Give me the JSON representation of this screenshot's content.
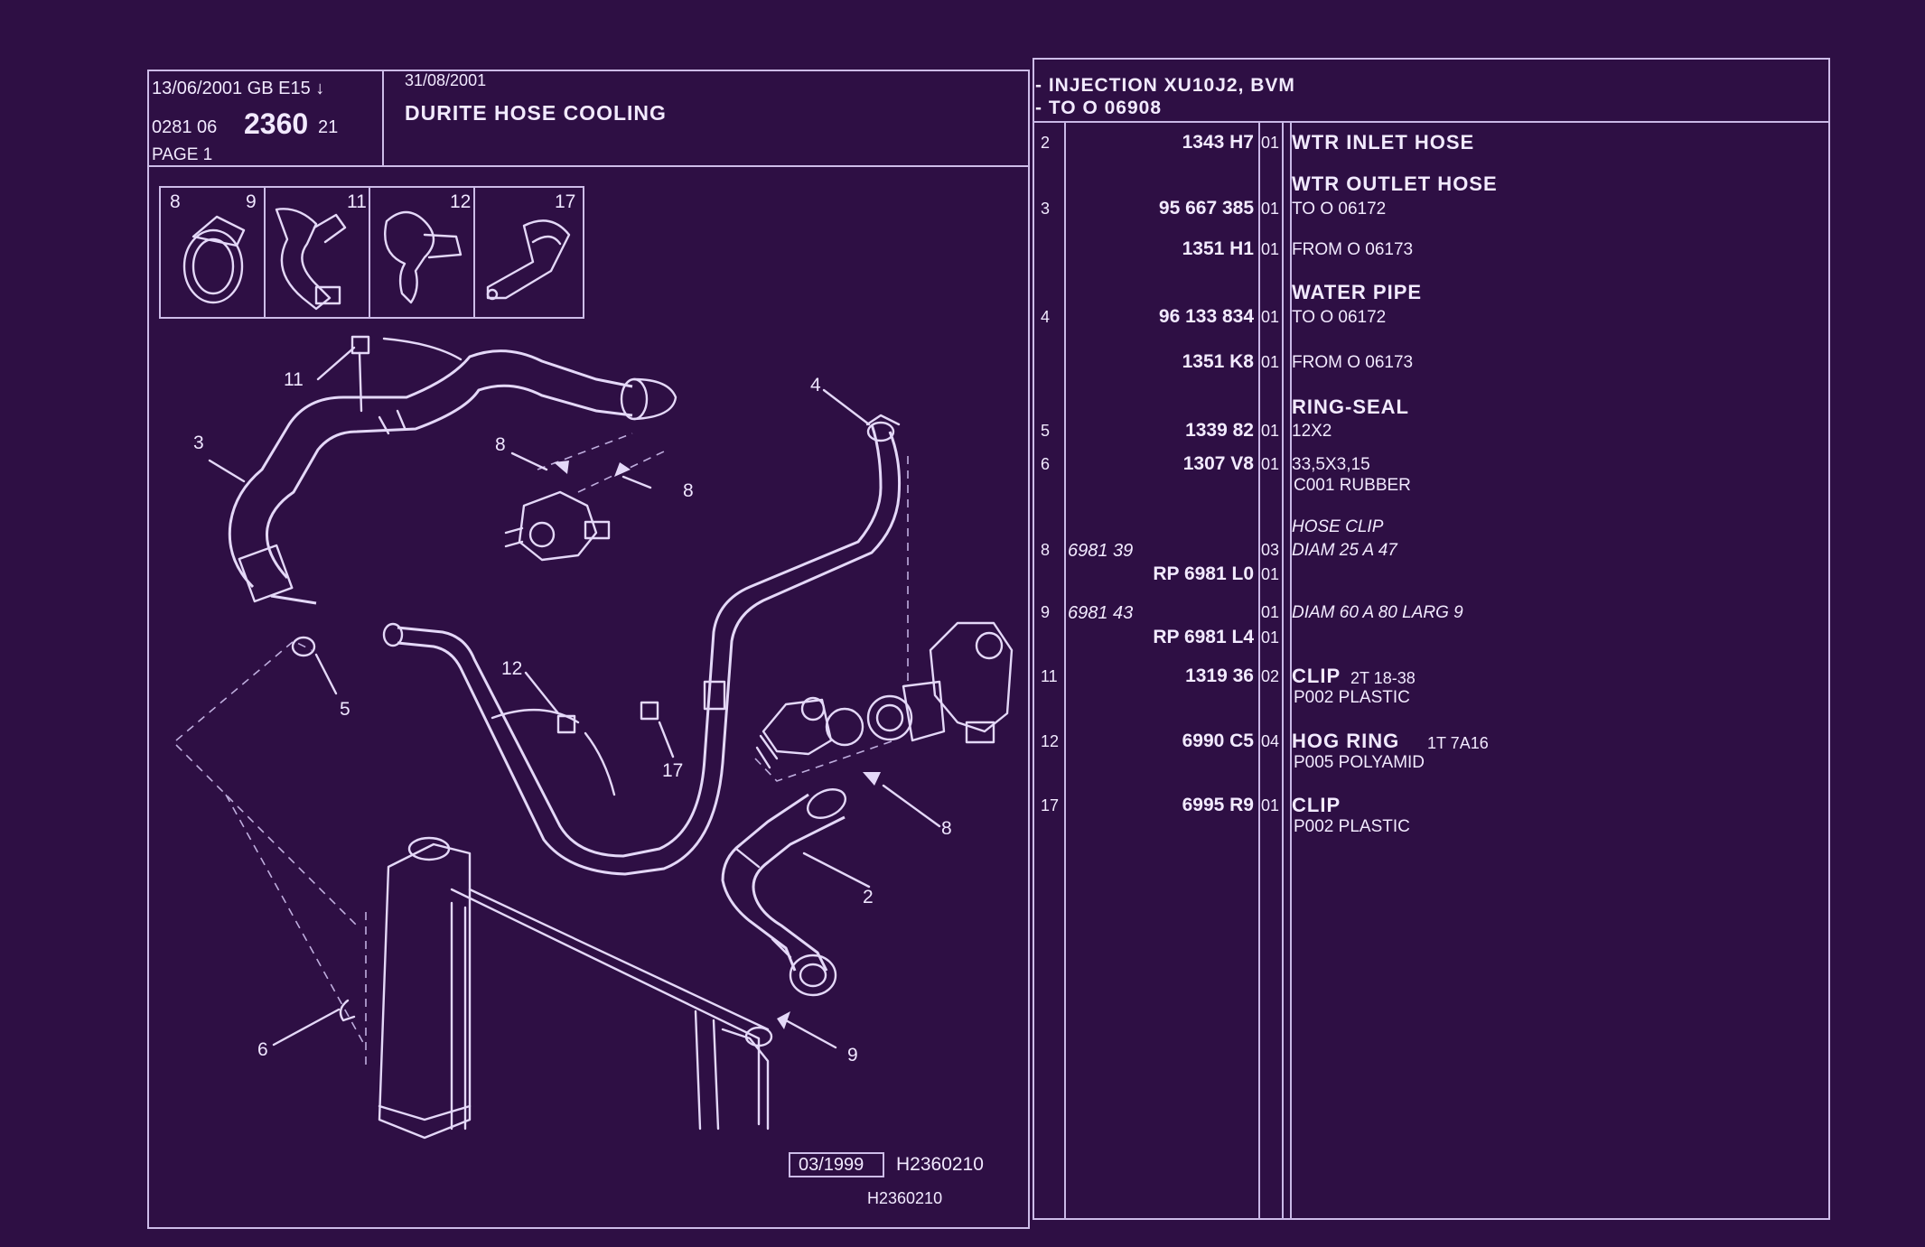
{
  "header": {
    "date_line": "13/06/2001 GB E15 ↓",
    "ref_prefix": "0281 06",
    "ref_main": "2360",
    "ref_suffix": "21",
    "page": "PAGE 1",
    "doc_date": "31/08/2001",
    "title": "DURITE HOSE COOLING"
  },
  "inset_labels": [
    "8",
    "9",
    "11",
    "12",
    "17"
  ],
  "callouts": [
    "11",
    "3",
    "8",
    "8",
    "4",
    "5",
    "12",
    "17",
    "8",
    "2",
    "6",
    "9"
  ],
  "footer": {
    "boxed_date": "03/1999",
    "code_1": "H2360210",
    "code_2": "H2360210"
  },
  "application": {
    "line1": "- INJECTION XU10J2, BVM",
    "line2": "- TO O 06908"
  },
  "parts": [
    {
      "item": "2",
      "alt": "",
      "ref": "1343 H7",
      "qty": "01",
      "desc": "WTR INLET HOSE",
      "desc_bold": true,
      "desc_italic": false,
      "note": "",
      "note_italic": false
    },
    {
      "item": "",
      "alt": "",
      "ref": "",
      "qty": "",
      "desc": "WTR OUTLET HOSE",
      "desc_bold": true,
      "desc_italic": false,
      "note": "",
      "note_italic": false
    },
    {
      "item": "3",
      "alt": "",
      "ref": "95 667 385",
      "qty": "01",
      "desc": "TO O 06172",
      "desc_bold": false,
      "desc_italic": false,
      "note": "",
      "note_italic": false
    },
    {
      "item": "",
      "alt": "",
      "ref": "1351 H1",
      "qty": "01",
      "desc": "FROM O 06173",
      "desc_bold": false,
      "desc_italic": false,
      "note": "",
      "note_italic": false
    },
    {
      "item": "",
      "alt": "",
      "ref": "",
      "qty": "",
      "desc": "WATER PIPE",
      "desc_bold": true,
      "desc_italic": false,
      "note": "",
      "note_italic": false
    },
    {
      "item": "4",
      "alt": "",
      "ref": "96 133 834",
      "qty": "01",
      "desc": "TO O 06172",
      "desc_bold": false,
      "desc_italic": false,
      "note": "",
      "note_italic": false
    },
    {
      "item": "",
      "alt": "",
      "ref": "1351 K8",
      "qty": "01",
      "desc": "FROM O 06173",
      "desc_bold": false,
      "desc_italic": false,
      "note": "",
      "note_italic": false
    },
    {
      "item": "",
      "alt": "",
      "ref": "",
      "qty": "",
      "desc": "RING-SEAL",
      "desc_bold": true,
      "desc_italic": false,
      "note": "",
      "note_italic": false
    },
    {
      "item": "5",
      "alt": "",
      "ref": "1339 82",
      "qty": "01",
      "desc": "12X2",
      "desc_bold": false,
      "desc_italic": false,
      "note": "",
      "note_italic": false
    },
    {
      "item": "6",
      "alt": "",
      "ref": "1307 V8",
      "qty": "01",
      "desc": "33,5X3,15",
      "desc_bold": false,
      "desc_italic": false,
      "note": "C001 RUBBER",
      "note_italic": false
    },
    {
      "item": "",
      "alt": "",
      "ref": "",
      "qty": "",
      "desc": "HOSE CLIP",
      "desc_bold": false,
      "desc_italic": true,
      "note": "",
      "note_italic": false
    },
    {
      "item": "8",
      "alt": "6981 39",
      "ref": "",
      "qty": "03",
      "desc": "DIAM 25 A 47",
      "desc_bold": false,
      "desc_italic": true,
      "note": "",
      "note_italic": false
    },
    {
      "item": "",
      "alt": "",
      "ref": "RP 6981 L0",
      "qty": "01",
      "desc": "",
      "desc_bold": false,
      "desc_italic": false,
      "note": "",
      "note_italic": false
    },
    {
      "item": "9",
      "alt": "6981 43",
      "ref": "",
      "qty": "01",
      "desc": "DIAM 60 A 80 LARG 9",
      "desc_bold": false,
      "desc_italic": true,
      "note": "",
      "note_italic": false
    },
    {
      "item": "",
      "alt": "",
      "ref": "RP 6981 L4",
      "qty": "01",
      "desc": "",
      "desc_bold": false,
      "desc_italic": false,
      "note": "",
      "note_italic": false
    },
    {
      "item": "11",
      "alt": "",
      "ref": "1319 36",
      "qty": "02",
      "desc": "CLIP",
      "desc_bold": true,
      "desc_italic": false,
      "desc_extra": "2T 18-38",
      "note": "P002 PLASTIC",
      "note_italic": false
    },
    {
      "item": "12",
      "alt": "",
      "ref": "6990 C5",
      "qty": "04",
      "desc": "HOG RING",
      "desc_bold": true,
      "desc_italic": false,
      "desc_extra": "1T 7A16",
      "note": "P005 POLYAMID",
      "note_italic": false
    },
    {
      "item": "17",
      "alt": "",
      "ref": "6995 R9",
      "qty": "01",
      "desc": "CLIP",
      "desc_bold": true,
      "desc_italic": false,
      "note": "P002 PLASTIC",
      "note_italic": false
    }
  ]
}
